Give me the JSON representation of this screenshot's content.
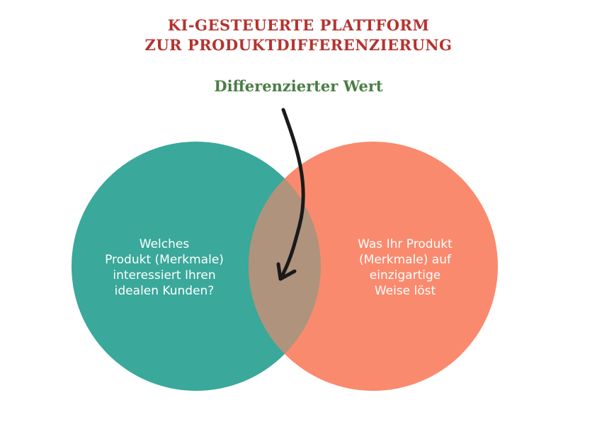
{
  "title": {
    "line1": "KI-GESTEUERTE PLATTFORM",
    "line2": "ZUR PRODUKTDIFFERENZIERUNG"
  },
  "intersection_label": "Differenzierter Wert",
  "left_circle": {
    "lines": [
      "Welches",
      "Produkt (Merkmale)",
      "interessiert Ihren",
      "idealen Kunden?"
    ],
    "color": "#3aa89a"
  },
  "right_circle": {
    "lines": [
      "Was Ihr Produkt",
      "(Merkmale) auf",
      "einzigartige",
      "Weise löst"
    ],
    "color": "#fa8a6e"
  },
  "overlap_color": "#b0937c",
  "colors": {
    "title": "#b5332e",
    "subtitle": "#4b7d46",
    "arrow": "#1a1a1a"
  }
}
